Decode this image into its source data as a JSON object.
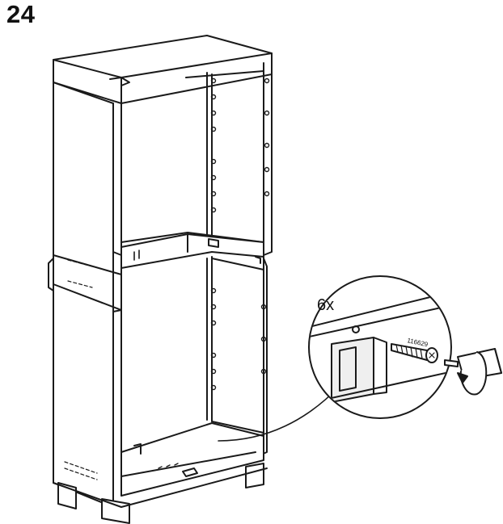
{
  "step": {
    "number": "24"
  },
  "callout": {
    "quantity": "6x",
    "part_number": "116629"
  },
  "colors": {
    "line": "#1a1a1a",
    "panel_shade": "#efefef",
    "background": "#ffffff"
  },
  "icons": {
    "screw": "screw-icon",
    "screwdriver": "screwdriver-icon",
    "rotation": "clockwise-rotation-arrow-icon"
  }
}
